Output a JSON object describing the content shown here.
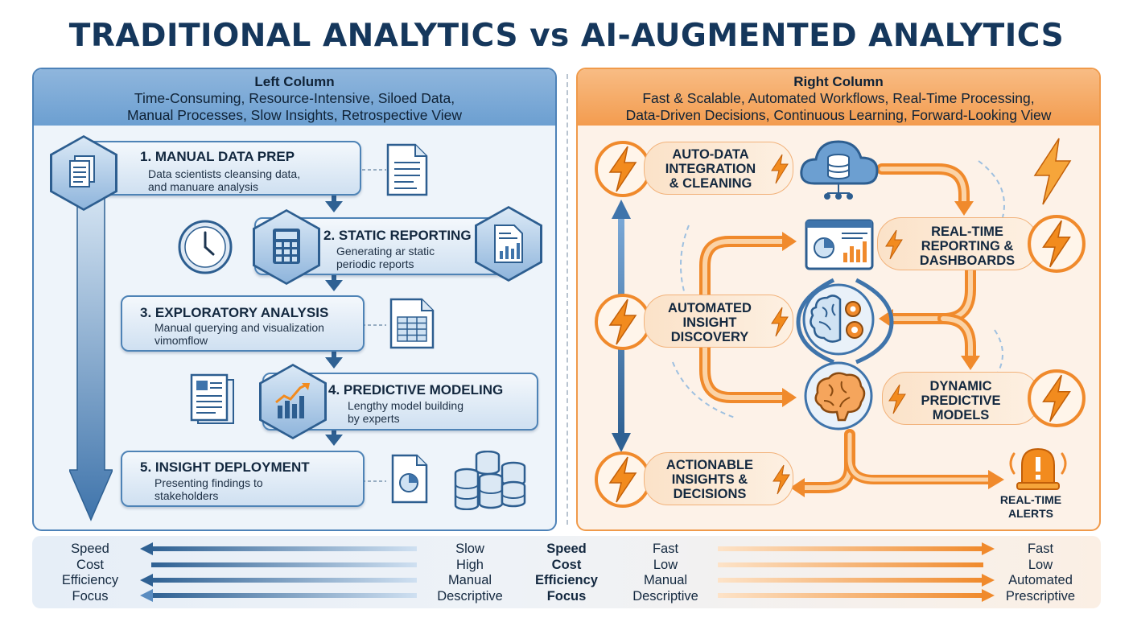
{
  "title": "TRADITIONAL ANALYTICS vs AI-AUGMENTED ANALYTICS",
  "left": {
    "heading": "Left Column",
    "line1": "Time-Consuming, Resource-Intensive, Siloed Data,",
    "line2": "Manual Processes, Slow Insights, Retrospective View",
    "steps": [
      {
        "title": "1. MANUAL DATA PREP",
        "desc1": "Data scientists cleansing data,",
        "desc2": "and manuare analysis"
      },
      {
        "title": "2. STATIC REPORTING",
        "desc1": "Generating ar static",
        "desc2": "periodic reports"
      },
      {
        "title": "3. EXPLORATORY ANALYSIS",
        "desc1": "Manual querying and visualization",
        "desc2": "vimomflow"
      },
      {
        "title": "4. PREDICTIVE MODELING",
        "desc1": "Lengthy model building",
        "desc2": "by experts"
      },
      {
        "title": "5. INSIGHT DEPLOYMENT",
        "desc1": "Presenting findings to",
        "desc2": "stakeholders"
      }
    ]
  },
  "right": {
    "heading": "Right Column",
    "line1": "Fast & Scalable, Automated Workflows, Real-Time Processing,",
    "line2": "Data-Driven Decisions, Continuous Learning, Forward-Looking View",
    "nodes": [
      {
        "l1": "AUTO-DATA",
        "l2": "INTEGRATION",
        "l3": "& CLEANING"
      },
      {
        "l1": "REAL-TIME",
        "l2": "REPORTING &",
        "l3": "DASHBOARDS"
      },
      {
        "l1": "AUTOMATED",
        "l2": "INSIGHT",
        "l3": "DISCOVERY"
      },
      {
        "l1": "DYNAMIC",
        "l2": "PREDICTIVE",
        "l3": "MODELS"
      },
      {
        "l1": "ACTIONABLE",
        "l2": "INSIGHTS &",
        "l3": "DECISIONS"
      }
    ],
    "alerts_l1": "REAL-TIME",
    "alerts_l2": "ALERTS"
  },
  "comparison": {
    "metrics": [
      "Speed",
      "Cost",
      "Efficiency",
      "Focus"
    ],
    "traditional": [
      "Slow",
      "High",
      "Manual",
      "Descriptive"
    ],
    "ai_left": [
      "Fast",
      "Low",
      "Manual",
      "Descriptive"
    ],
    "ai_right": [
      "Fast",
      "Low",
      "Automated",
      "Prescriptive"
    ]
  },
  "colors": {
    "blue": "#4d82b8",
    "orange": "#f39c4f",
    "navy": "#15375c",
    "bolt": "#f28b1e"
  }
}
